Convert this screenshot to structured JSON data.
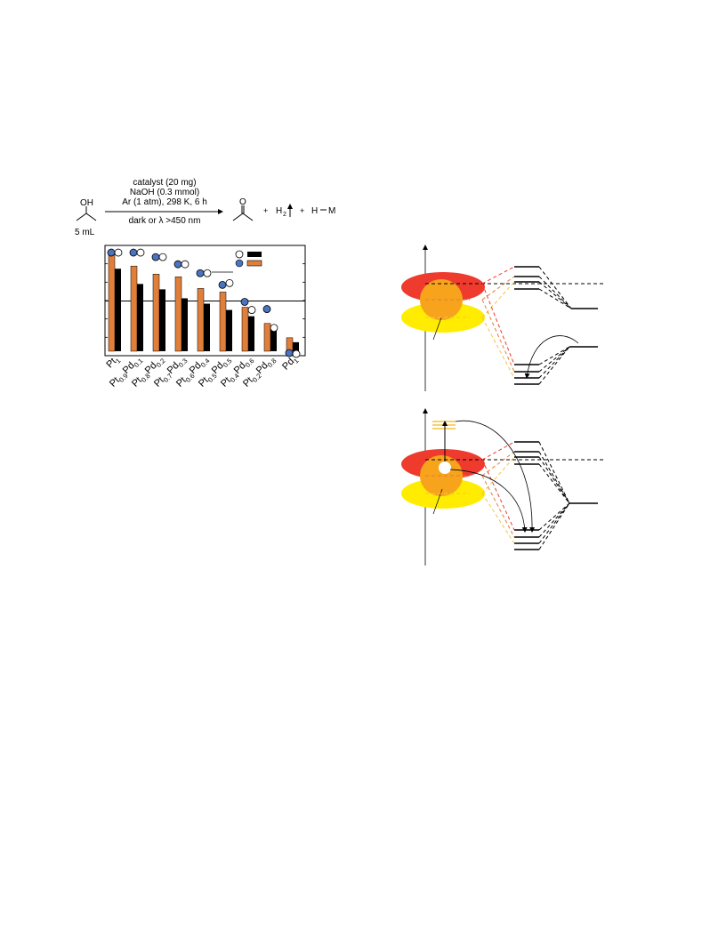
{
  "reaction": {
    "reactant_label": "OH",
    "reactant_volume": "5 mL",
    "conditions": [
      "catalyst (20 mg)",
      "NaOH (0.3 mmol)",
      "Ar (1 atm), 298 K, 6 h"
    ],
    "below_arrow": "dark or λ >450 nm",
    "product_atom": "O",
    "plus": "+",
    "h2_label": "H",
    "h2_sub": "2",
    "hm_h": "H",
    "hm_m": "M"
  },
  "chart_data": {
    "type": "bar",
    "categories": [
      {
        "base": "Pt",
        "a": "1",
        "mid": "",
        "b": ""
      },
      {
        "base": "Pt",
        "a": "0.9",
        "mid": "Pd",
        "b": "0.1"
      },
      {
        "base": "Pt",
        "a": "0.8",
        "mid": "Pd",
        "b": "0.2"
      },
      {
        "base": "Pt",
        "a": "0.7",
        "mid": "Pd",
        "b": "0.3"
      },
      {
        "base": "Pt",
        "a": "0.6",
        "mid": "Pd",
        "b": "0.4"
      },
      {
        "base": "Pt",
        "a": "0.5",
        "mid": "Pd",
        "b": "0.5"
      },
      {
        "base": "Pt",
        "a": "0.4",
        "mid": "Pd",
        "b": "0.6"
      },
      {
        "base": "Pt",
        "a": "0.2",
        "mid": "Pd",
        "b": "0.8"
      },
      {
        "base": "Pd",
        "a": "1",
        "mid": "",
        "b": ""
      }
    ],
    "series": [
      {
        "color": "#e07f3a",
        "values": [
          110,
          95,
          86,
          83,
          70,
          66,
          49,
          31,
          15
        ]
      },
      {
        "color": "#000000",
        "values": [
          92,
          75,
          69,
          59,
          53,
          46,
          39,
          26,
          10
        ]
      }
    ],
    "markers": [
      {
        "color": "#4a74c0",
        "values": [
          110,
          110,
          105,
          97,
          87,
          74,
          55,
          47,
          -2
        ]
      },
      {
        "color": "#ffffff",
        "values": [
          110,
          110,
          105,
          97,
          87,
          76,
          46,
          26,
          -3
        ]
      }
    ],
    "ylim": [
      -5,
      118
    ],
    "midline": 56
  },
  "diagram": {
    "top": {
      "colors": {
        "red": "#ee3b2e",
        "orange": "#f7a31c",
        "yellow": "#ffec00"
      }
    },
    "bottom": {
      "colors": {
        "red": "#ee3b2e",
        "orange": "#f7a31c",
        "yellow": "#ffec00",
        "levels": "#f7c243"
      }
    }
  }
}
